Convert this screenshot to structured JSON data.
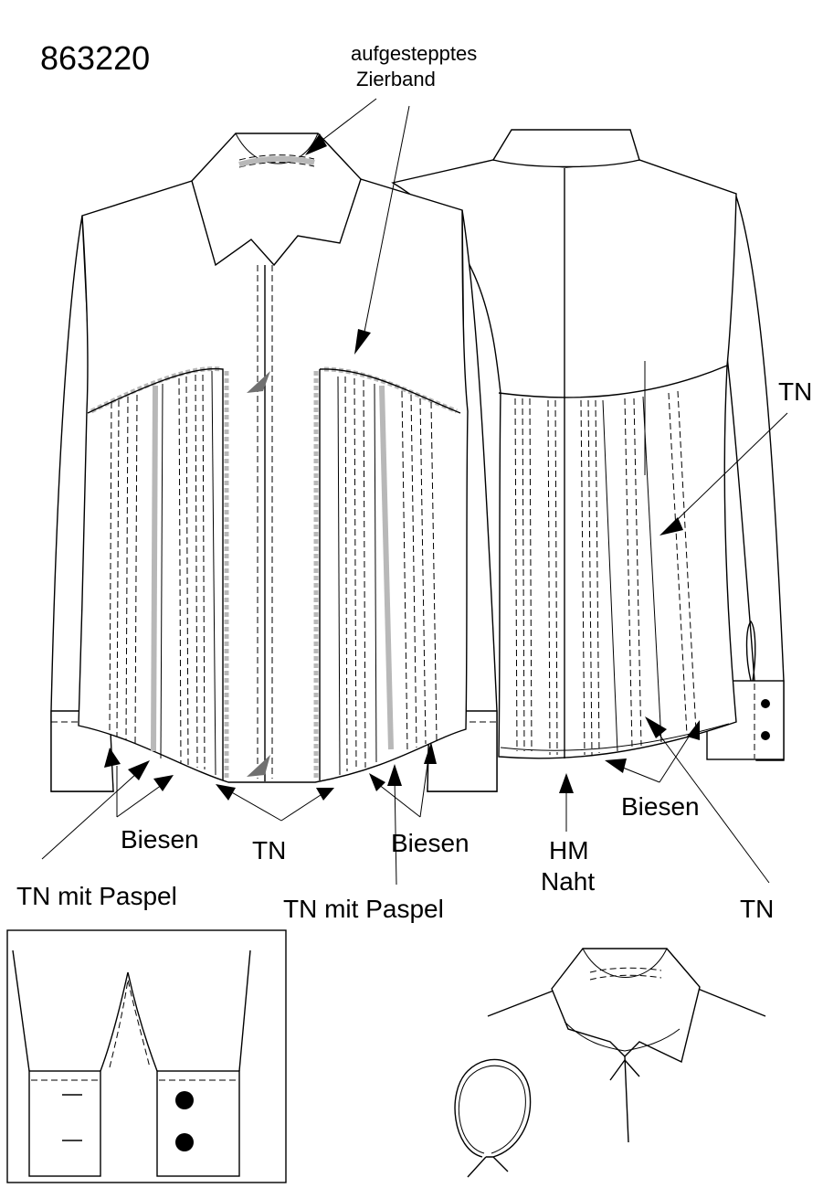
{
  "model_number": "863220",
  "labels": {
    "decorative_band_line1": "aufgestepptes",
    "decorative_band_line2": "Zierband",
    "pintucks_left": "Biesen",
    "tn_center": "TN",
    "pintucks_center": "Biesen",
    "tn_piping_left": "TN mit Paspel",
    "tn_piping_center": "TN mit Paspel",
    "hm_line1": "HM",
    "hm_line2": "Naht",
    "pintucks_back": "Biesen",
    "tn_back_bottom": "TN",
    "tn_back_top": "TN"
  }
}
